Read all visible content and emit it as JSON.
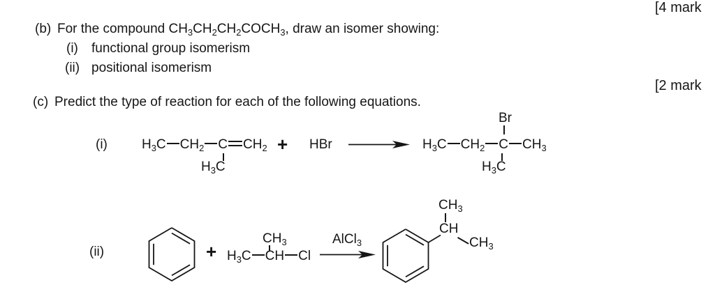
{
  "marks": {
    "top": "[4 mark",
    "middle": "[2 mark"
  },
  "question_b": {
    "label": "(b)",
    "text": "For the compound CH~3~CH~2~CH~2~COCH~3~, draw an isomer showing:",
    "item_i_label": "(i)",
    "item_i_text": "functional group isomerism",
    "item_ii_label": "(ii)",
    "item_ii_text": "positional isomerism"
  },
  "question_c": {
    "label": "(c)",
    "text": "Predict the type of reaction for each of the following equations.",
    "eq_i": {
      "label": "(i)",
      "reactant_chain": "H~3~C-CH~2~-C=CH~2~",
      "reactant_branch_bottom": "H~3~C",
      "plus": "+",
      "reagent": "HBr",
      "product_chain": "H~3~C-CH~2~-C-CH~3~",
      "product_substituent_top": "Br",
      "product_branch_bottom": "H~3~C"
    },
    "eq_ii": {
      "label": "(ii)",
      "plus": "+",
      "reactant_chain": "H~3~C-CH-Cl",
      "reactant_substituent_top": "CH~3~",
      "catalyst": "AlCl~3~",
      "product_ch": "CH",
      "product_substituent_top": "CH~3~",
      "product_substituent_right": "CH~3~"
    }
  },
  "colors": {
    "ink": "#161616",
    "paper": "#ffffff"
  }
}
